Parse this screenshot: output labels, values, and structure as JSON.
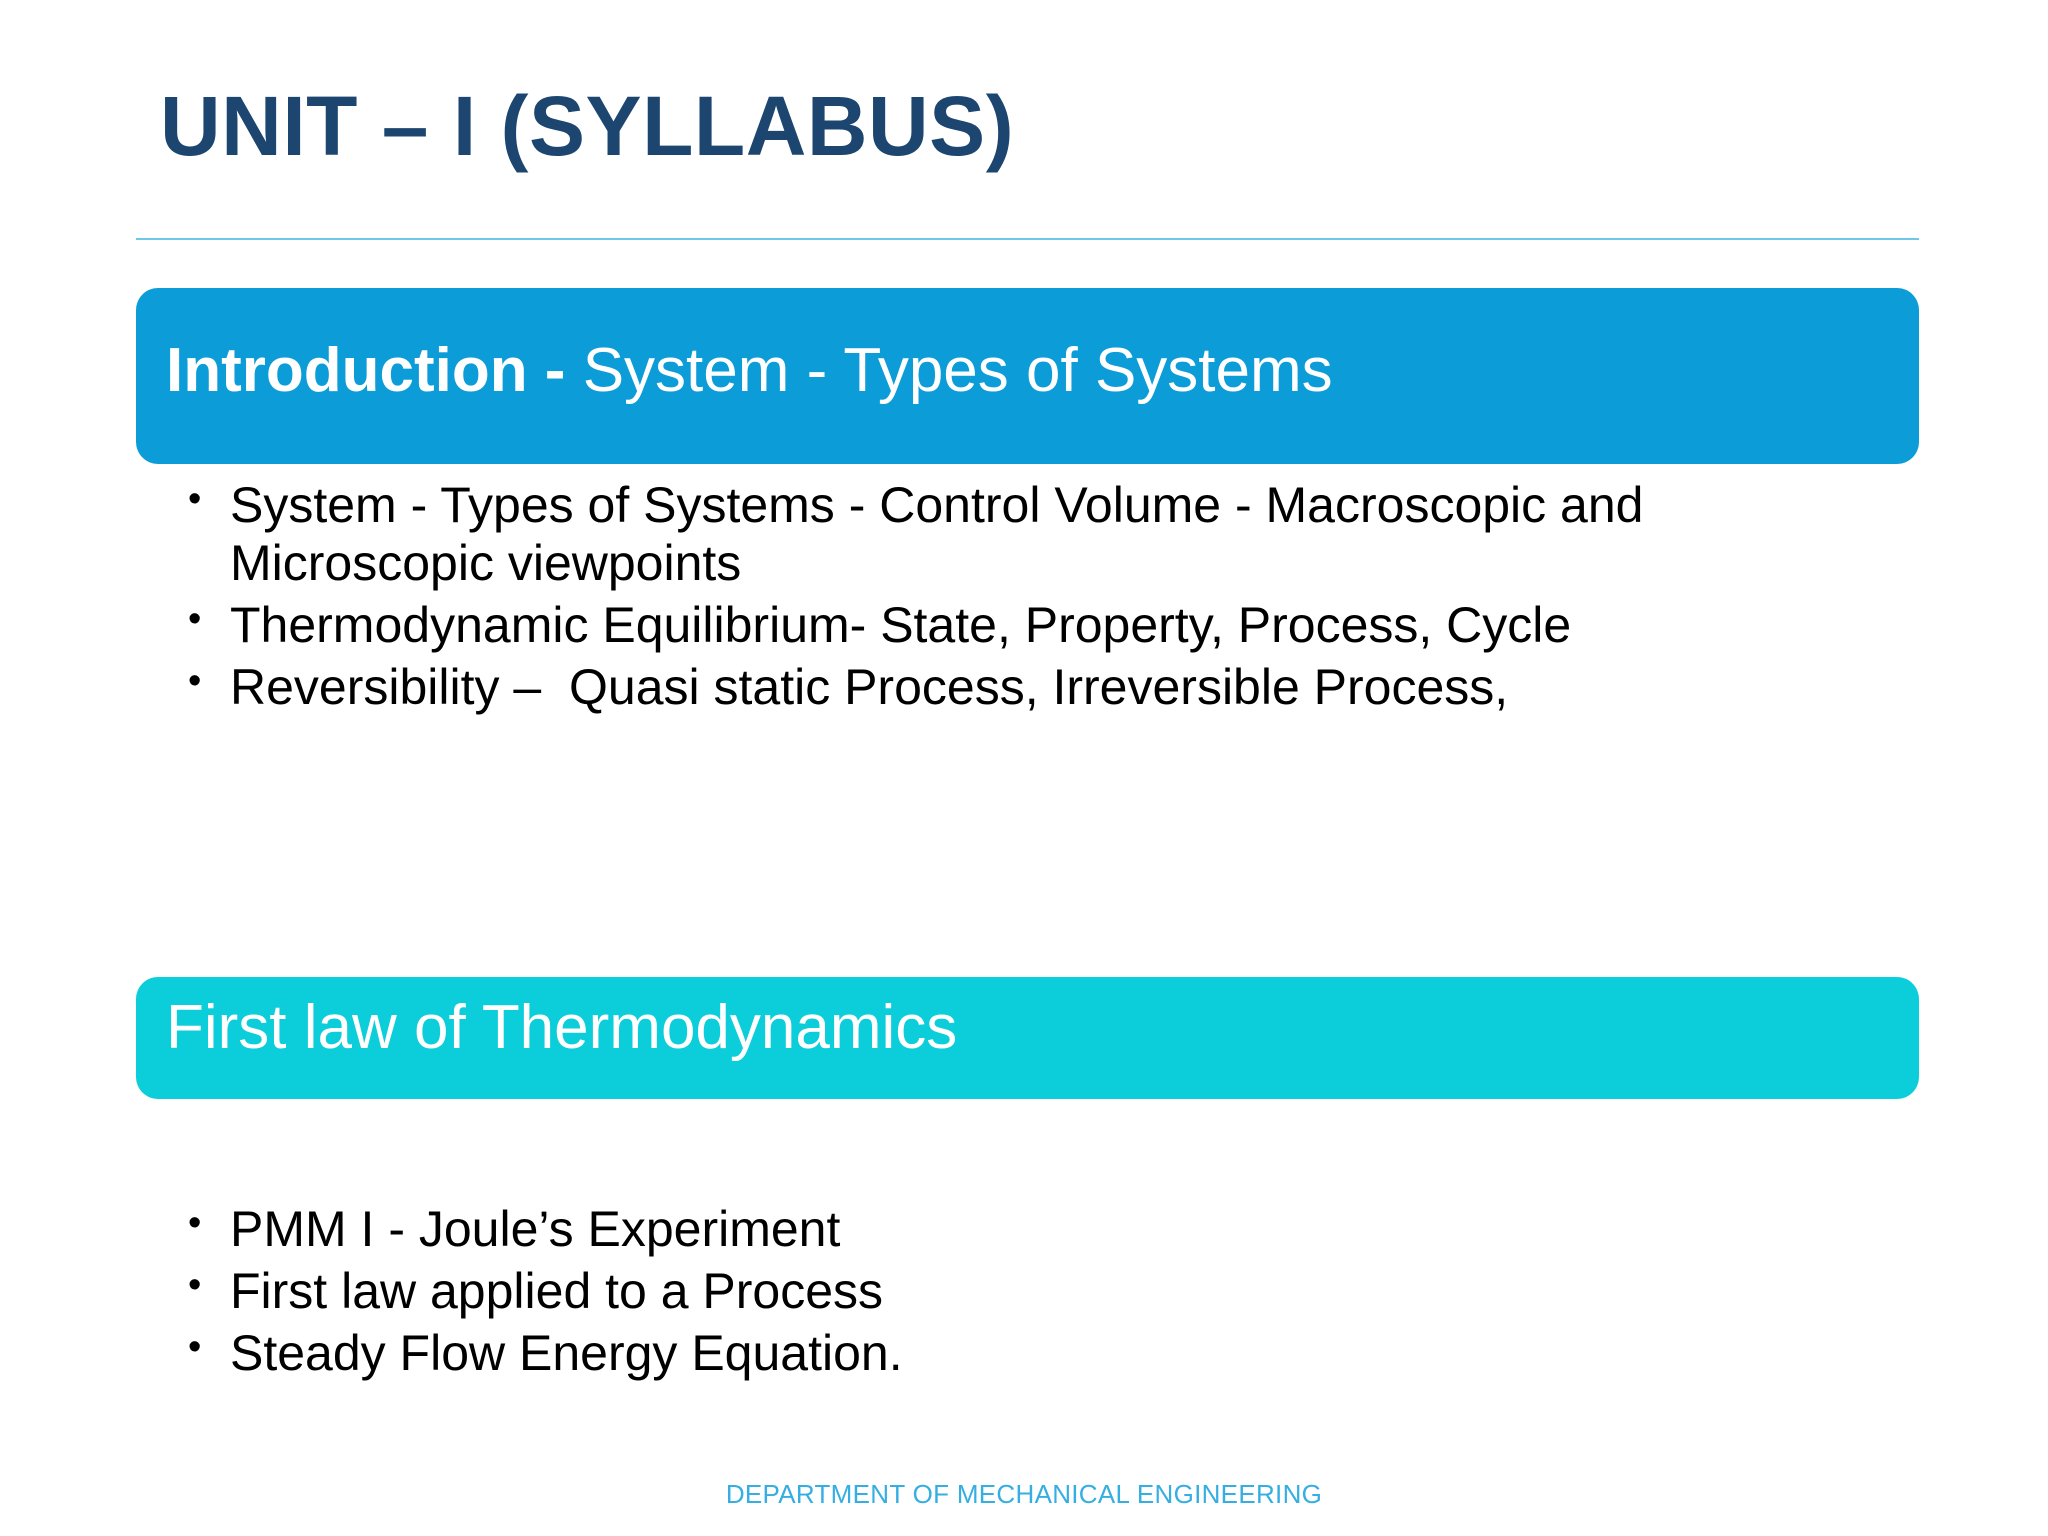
{
  "slide": {
    "title": "UNIT – I (SYLLABUS)",
    "footer": "DEPARTMENT OF MECHANICAL ENGINEERING",
    "colors": {
      "title": "#1c4670",
      "rule": "#6fc8e5",
      "banner_blue": "#0c9cd8",
      "banner_cyan": "#0ccdda",
      "footer_text": "#35aee2",
      "body_text": "#000000",
      "background": "#ffffff"
    }
  },
  "sections": [
    {
      "banner_bold": "Introduction - ",
      "banner_rest": "System - Types of Systems",
      "banner_full": "Introduction - System - Types of Systems",
      "bullets": [
        "System - Types of Systems - Control Volume - Macroscopic and  Microscopic viewpoints",
        "Thermodynamic Equilibrium- State, Property, Process, Cycle",
        "Reversibility –  Quasi static Process, Irreversible Process,"
      ]
    },
    {
      "banner_bold": "",
      "banner_rest": "First law of Thermodynamics",
      "banner_full": "First law of Thermodynamics",
      "bullets": [
        "PMM I - Joule’s Experiment",
        "First law applied to a Process",
        "Steady Flow Energy Equation."
      ]
    }
  ]
}
